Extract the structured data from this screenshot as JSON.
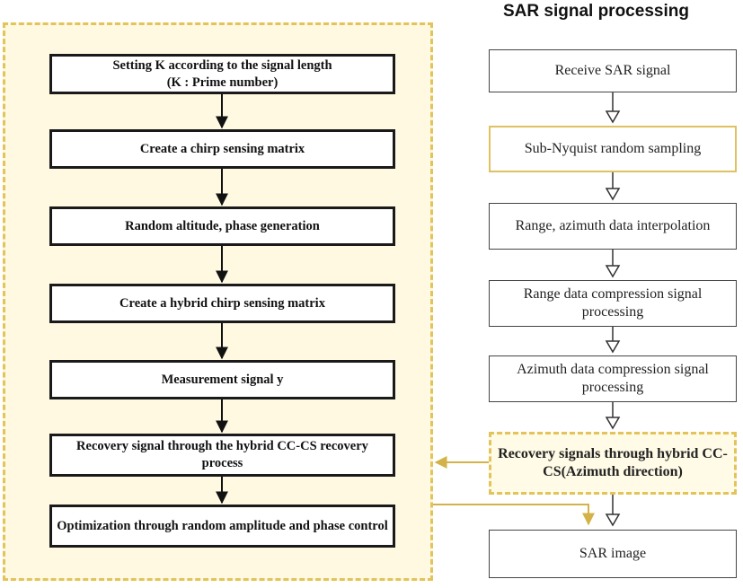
{
  "title": "SAR signal processing",
  "left_steps": [
    "Setting K according to the signal length\n(K : Prime number)",
    "Create a chirp sensing matrix",
    "Random altitude, phase generation",
    "Create a hybrid chirp sensing matrix",
    "Measurement signal y",
    "Recovery signal through the hybrid CC-CS recovery process",
    "Optimization through random amplitude and phase control"
  ],
  "right_steps": [
    "Receive SAR signal",
    "Sub-Nyquist random sampling",
    "Range, azimuth data interpolation",
    "Range data compression signal processing",
    "Azimuth data compression signal processing",
    "Recovery signals through hybrid CC-CS(Azimuth direction)",
    "SAR image"
  ],
  "colors": {
    "panel_fill": "#fff9e1",
    "accent_gold": "#e2c45a",
    "box_border": "#1a1a1a"
  }
}
